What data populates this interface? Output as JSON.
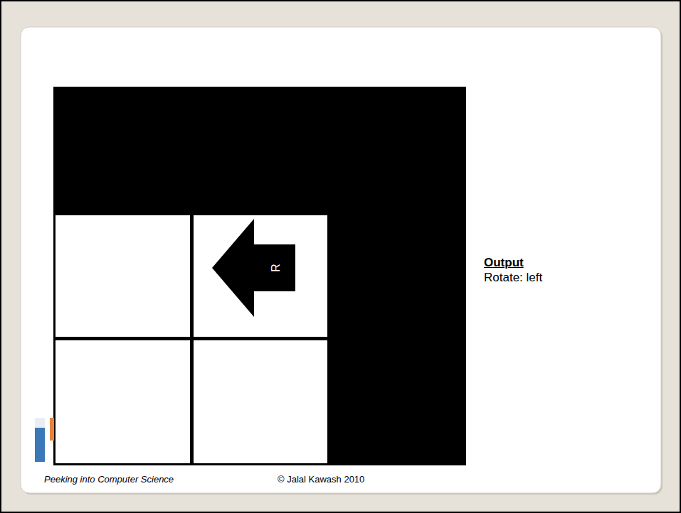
{
  "diagram": {
    "nodes": [
      {
        "text": [
          "R"
        ]
      }
    ],
    "labels": [
      "Output",
      "Rotate: left",
      "Peeking into Computer Science",
      "© Jalal Kawash 2010"
    ]
  }
}
